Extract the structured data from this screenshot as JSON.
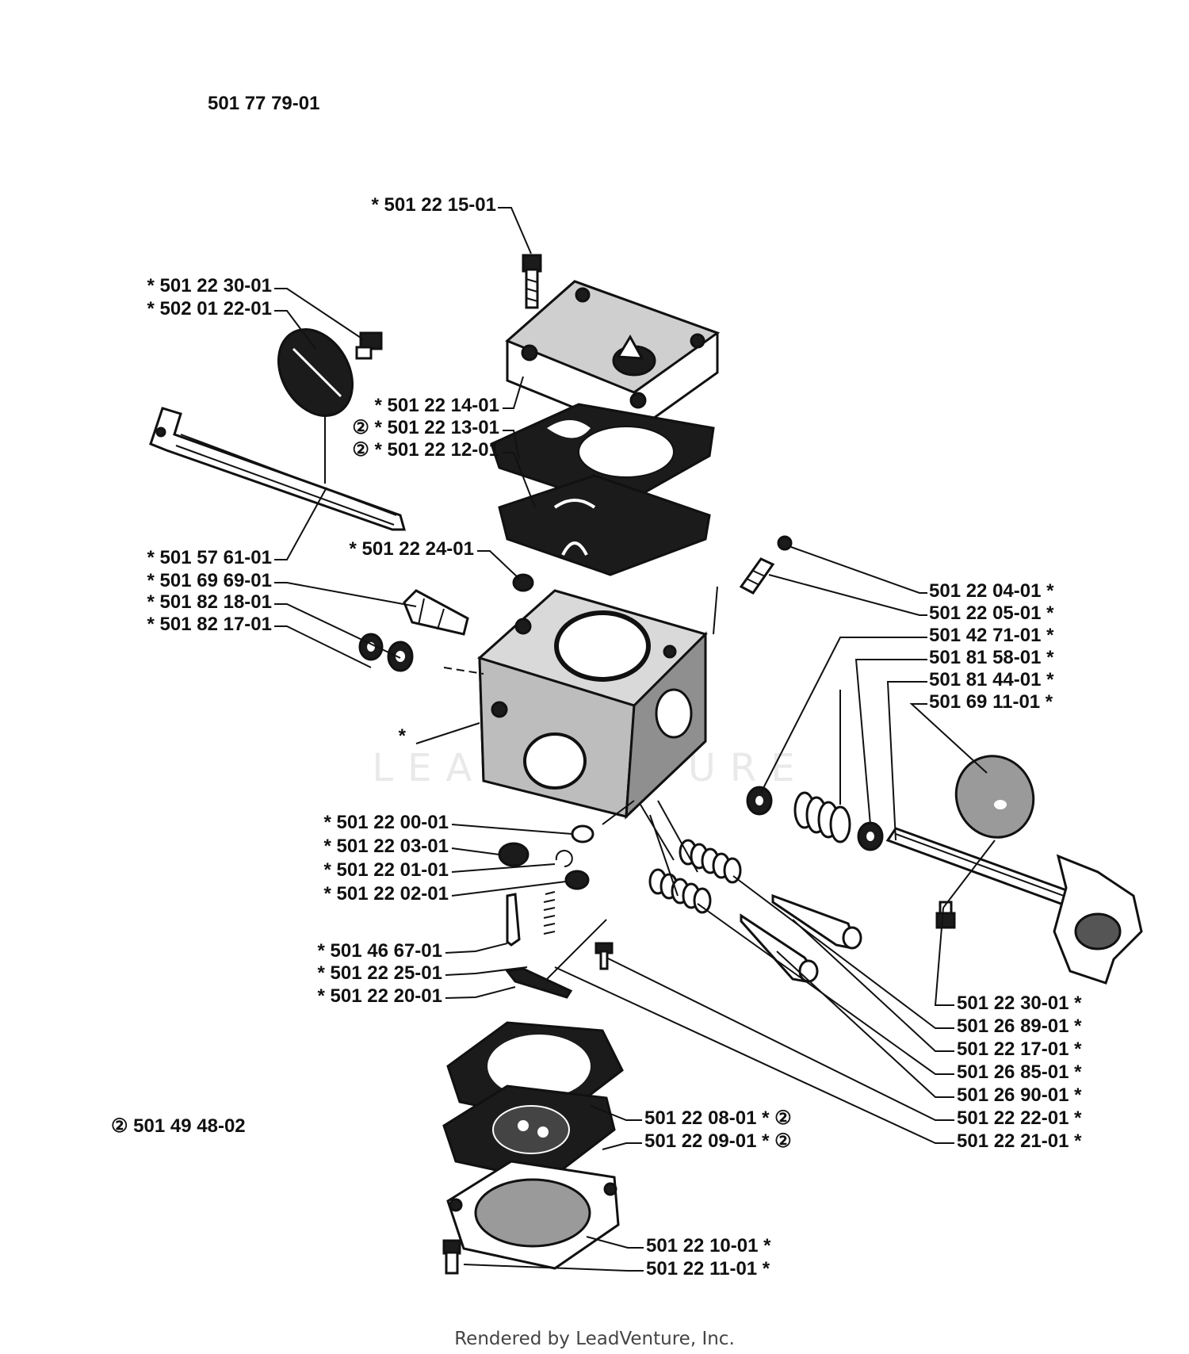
{
  "kit_number": "501 77 79-01",
  "kit_note": "② 501 49 48-02",
  "footer": "Rendered by LeadVenture, Inc.",
  "watermark": "LEADVENTURE",
  "labels_left": [
    {
      "id": "p-501-22-15-01",
      "text": "*  501 22 15-01"
    },
    {
      "id": "p-501-22-30-01-a",
      "text": "*  501 22 30-01"
    },
    {
      "id": "p-502-01-22-01",
      "text": "*  502 01 22-01"
    },
    {
      "id": "p-501-22-14-01",
      "text": "*  501 22 14-01"
    },
    {
      "id": "p-501-22-13-01",
      "text": "②  *  501 22 13-01"
    },
    {
      "id": "p-501-22-12-01",
      "text": "②  *  501 22 12-01"
    },
    {
      "id": "p-501-22-24-01",
      "text": "*  501 22 24-01"
    },
    {
      "id": "p-501-57-61-01",
      "text": "*  501 57 61-01"
    },
    {
      "id": "p-501-69-69-01",
      "text": "*  501 69 69-01"
    },
    {
      "id": "p-501-82-18-01",
      "text": "*  501 82 18-01"
    },
    {
      "id": "p-501-82-17-01",
      "text": "*  501 82 17-01"
    },
    {
      "id": "p-body",
      "text": "*"
    },
    {
      "id": "p-501-22-00-01",
      "text": "*  501 22 00-01"
    },
    {
      "id": "p-501-22-03-01",
      "text": "*  501 22 03-01"
    },
    {
      "id": "p-501-22-01-01",
      "text": "*  501 22 01-01"
    },
    {
      "id": "p-501-22-02-01",
      "text": "*  501 22 02-01"
    },
    {
      "id": "p-501-46-67-01",
      "text": "*  501 46 67-01"
    },
    {
      "id": "p-501-22-25-01",
      "text": "*  501 22 25-01"
    },
    {
      "id": "p-501-22-20-01",
      "text": "*  501 22 20-01"
    }
  ],
  "labels_right": [
    {
      "id": "p-501-22-04-01",
      "text": "501 22 04-01  *"
    },
    {
      "id": "p-501-22-05-01",
      "text": "501 22 05-01  *"
    },
    {
      "id": "p-501-42-71-01",
      "text": "501 42 71-01  *"
    },
    {
      "id": "p-501-81-58-01",
      "text": "501 81 58-01  *"
    },
    {
      "id": "p-501-81-44-01",
      "text": "501 81 44-01  *"
    },
    {
      "id": "p-501-69-11-01",
      "text": "501 69 11-01  *"
    },
    {
      "id": "p-501-22-30-01-b",
      "text": "501 22 30-01  *"
    },
    {
      "id": "p-501-26-89-01",
      "text": "501 26 89-01  *"
    },
    {
      "id": "p-501-22-17-01",
      "text": "501 22 17-01  *"
    },
    {
      "id": "p-501-26-85-01",
      "text": "501 26 85-01  *"
    },
    {
      "id": "p-501-26-90-01",
      "text": "501 26 90-01  *"
    },
    {
      "id": "p-501-22-22-01",
      "text": "501 22 22-01  *"
    },
    {
      "id": "p-501-22-21-01",
      "text": "501 22 21-01  *"
    },
    {
      "id": "p-501-22-08-01",
      "text": "501 22 08-01  *  ②"
    },
    {
      "id": "p-501-22-09-01",
      "text": "501 22 09-01  *  ②"
    },
    {
      "id": "p-501-22-10-01",
      "text": "501 22 10-01  *"
    },
    {
      "id": "p-501-22-11-01",
      "text": "501 22 11-01  *"
    }
  ]
}
